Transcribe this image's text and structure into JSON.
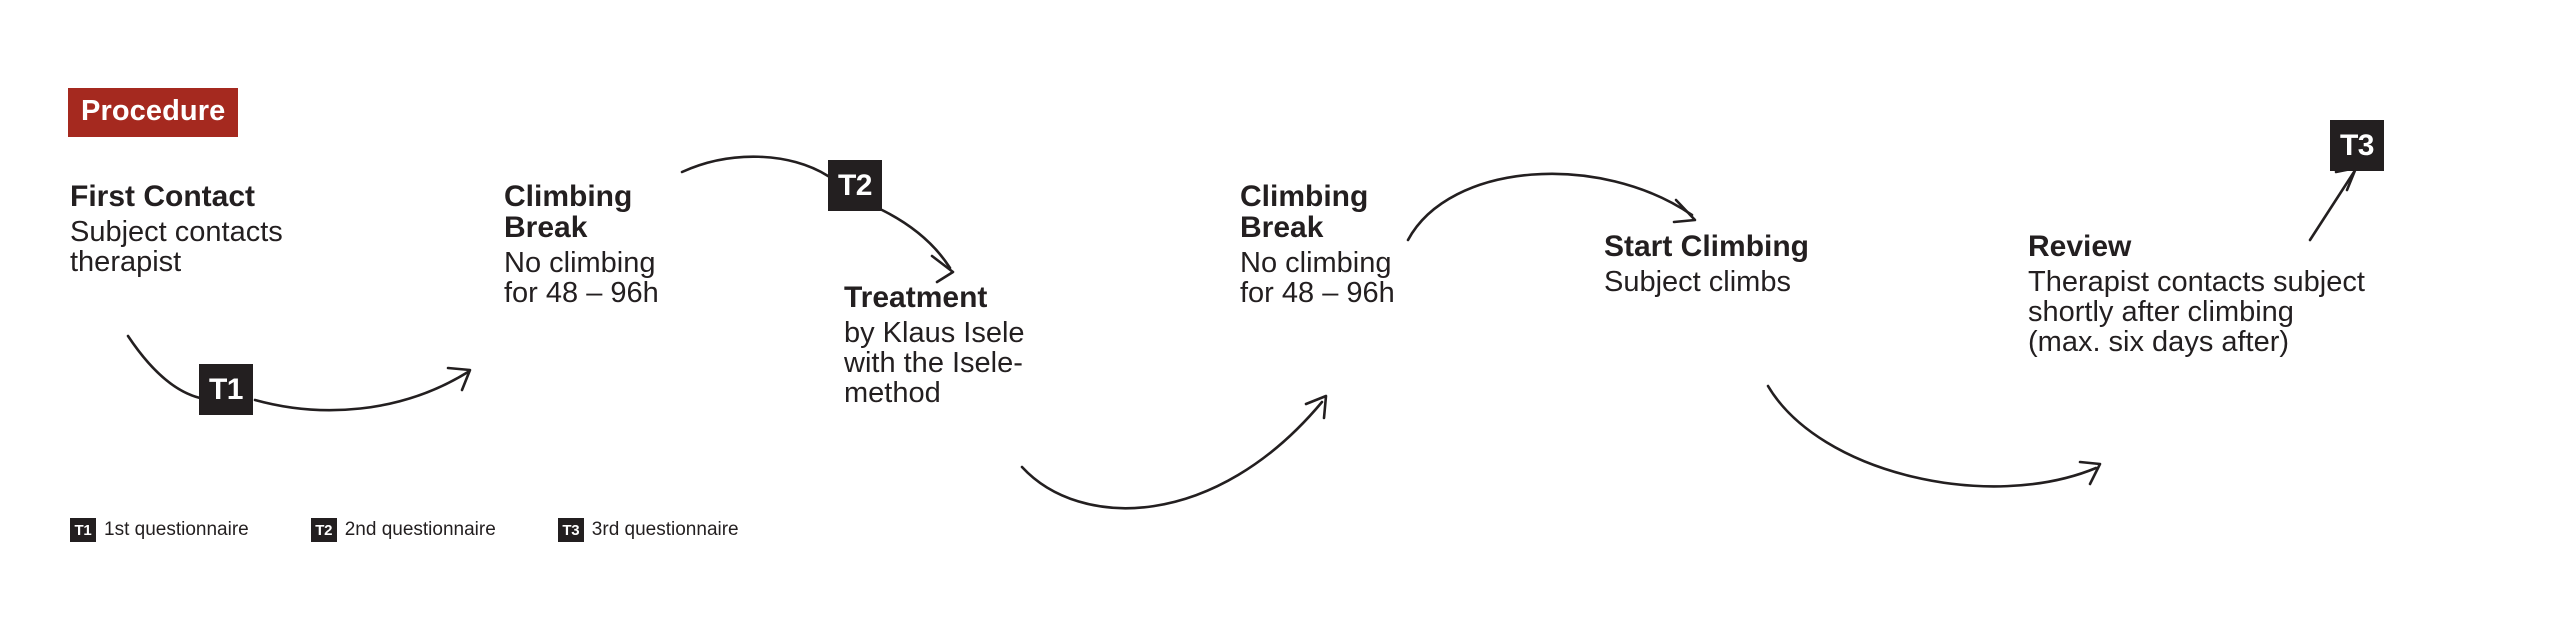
{
  "section": {
    "label": "Procedure",
    "badge_color": "#a5291f"
  },
  "colors": {
    "accent": "#a5291f",
    "text": "#231f20",
    "marker": "#231f20",
    "background": "#ffffff"
  },
  "steps": [
    {
      "id": "first-contact",
      "title": "First Contact",
      "body": "Subject contacts\ntherapist"
    },
    {
      "id": "climbing-break-1",
      "title": "Climbing\nBreak",
      "body": "No climbing\nfor 48 – 96h"
    },
    {
      "id": "treatment",
      "title": "Treatment",
      "body": "by Klaus Isele\nwith the Isele-\nmethod"
    },
    {
      "id": "climbing-break-2",
      "title": "Climbing\nBreak",
      "body": "No climbing\nfor 48 – 96h"
    },
    {
      "id": "start-climbing",
      "title": "Start Climbing",
      "body": "Subject climbs"
    },
    {
      "id": "review",
      "title": "Review",
      "body": "Therapist contacts subject\nshortly after climbing\n(max. six days after)"
    }
  ],
  "timepoints": [
    {
      "id": "t1",
      "label": "T1"
    },
    {
      "id": "t2",
      "label": "T2"
    },
    {
      "id": "t3",
      "label": "T3"
    }
  ],
  "legend": [
    {
      "badge": "T1",
      "label": "1st questionnaire"
    },
    {
      "badge": "T2",
      "label": "2nd questionnaire"
    },
    {
      "badge": "T3",
      "label": "3rd questionnaire"
    }
  ]
}
